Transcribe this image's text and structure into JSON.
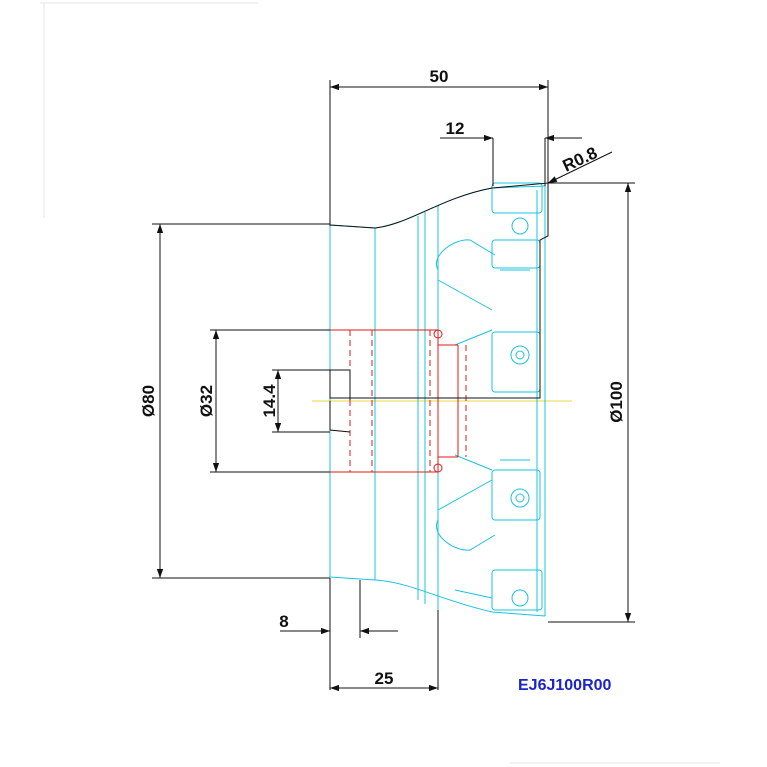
{
  "drawing": {
    "dimensions": {
      "overall_length": "50",
      "insert_width": "12",
      "corner_radius": "R0.8",
      "outer_diameter": "Ø100",
      "hub_diameter": "Ø80",
      "bore_diameter": "Ø32",
      "keyway_width": "14.4",
      "keyway_depth": "8",
      "hub_length": "25"
    },
    "model_code": "EJ6J100R00"
  },
  "colors": {
    "dimension_lines": "#111111",
    "body_outline": "#19c4dd",
    "bore_section": "#e01a1a",
    "model_code": "#1a24c8"
  }
}
